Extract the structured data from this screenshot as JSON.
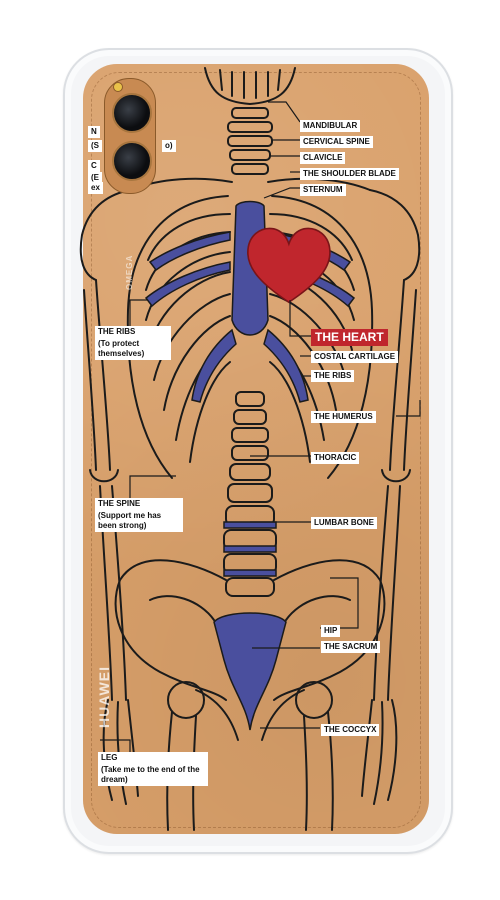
{
  "product": {
    "brand_text": "HUAWEI",
    "camera_text": "OMEGA"
  },
  "colors": {
    "case_background": "#d9a06a",
    "bone_outline": "#1b1b1b",
    "cartilage": "#4a4f9e",
    "heart": "#c0262d",
    "label_background": "#ffffff"
  },
  "labels": {
    "mandibular": "MANDIBULAR",
    "cervical_spine": "CERVICAL SPINE",
    "clavicle": "CLAVICLE",
    "shoulder_blade": "THE SHOULDER BLADE",
    "sternum": "STERNUM",
    "the_heart": "THE HEART",
    "costal_cartilage": "COSTAL CARTILAGE",
    "the_ribs_right": "THE RIBS",
    "the_humerus": "THE HUMERUS",
    "thoracic": "THORACIC",
    "lumbar_bone": "LUMBAR BONE",
    "hip": "HIP",
    "the_sacrum": "THE SACRUM",
    "the_coccyx": "THE COCCYX",
    "the_ribs_left": "THE RIBS",
    "the_ribs_left_note": "(To protect themselves)",
    "the_spine": "THE SPINE",
    "the_spine_note": "(Support me has been strong)",
    "leg": "LEG",
    "leg_note": "(Take me to the end of the dream)",
    "hidden_1a": "N",
    "hidden_1b": "(S",
    "hidden_1c": "o)",
    "hidden_2a": "C",
    "hidden_2b": "(E",
    "hidden_2c": "ex"
  }
}
